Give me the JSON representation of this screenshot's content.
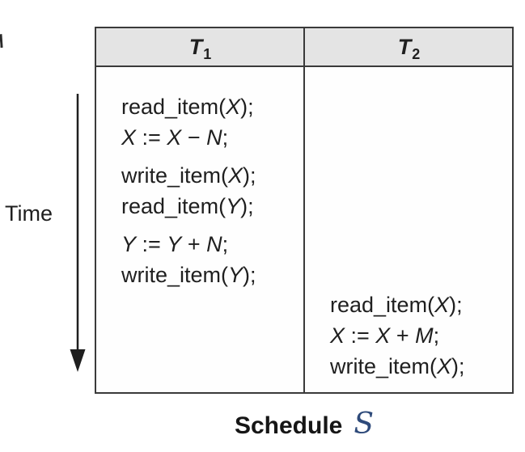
{
  "colors": {
    "table_border": "#3a3a3a",
    "header_bg": "#e4e4e4",
    "text": "#1f1f1f",
    "caption_s_color": "#2e4a7a"
  },
  "time_axis": {
    "label": "Time"
  },
  "table": {
    "headers": [
      {
        "base": "T",
        "sub": "1"
      },
      {
        "base": "T",
        "sub": "2"
      }
    ],
    "t1_ops": {
      "l1": [
        "read_item(",
        "X",
        ");"
      ],
      "l2": [
        "X",
        " := ",
        "X",
        " − ",
        "N",
        ";"
      ],
      "l3": [
        "write_item(",
        "X",
        ");"
      ],
      "l4": [
        "read_item(",
        "Y",
        ");"
      ],
      "l5": [
        "Y",
        " := ",
        "Y",
        " + ",
        "N",
        ";"
      ],
      "l6": [
        "write_item(",
        "Y",
        ");"
      ]
    },
    "t2_ops": {
      "l1": [
        "read_item(",
        "X",
        ");"
      ],
      "l2": [
        "X",
        " := ",
        "X",
        " + ",
        "M",
        ";"
      ],
      "l3": [
        "write_item(",
        "X",
        ");"
      ]
    }
  },
  "caption": {
    "label": "Schedule",
    "name": "S"
  }
}
